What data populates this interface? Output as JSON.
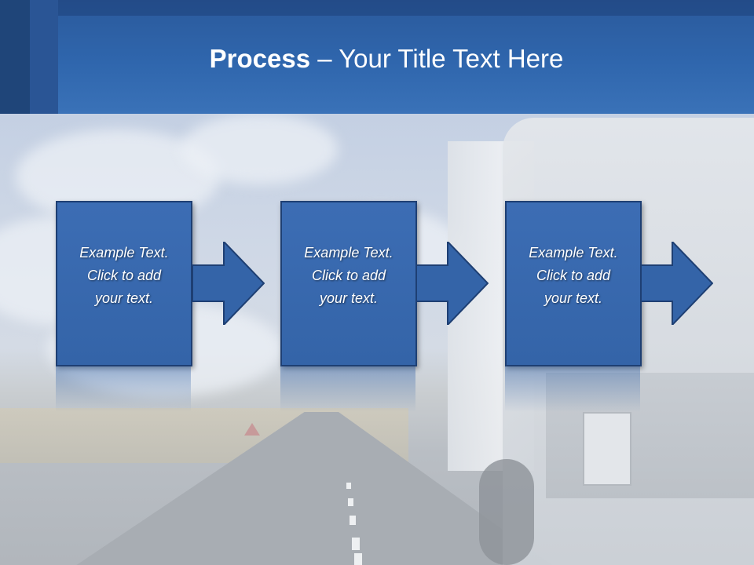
{
  "slide": {
    "title_bold": "Process",
    "title_rest": " – Your Title Text Here",
    "steps": [
      {
        "line1": "Example Text.",
        "line2": "Click  to add",
        "line3": "your text."
      },
      {
        "line1": "Example Text.",
        "line2": "Click  to add",
        "line3": "your text."
      },
      {
        "line1": "Example Text.",
        "line2": "Click  to add",
        "line3": "your text."
      }
    ]
  },
  "colors": {
    "header_blue": "#2f66ad",
    "box_blue": "#3464a8",
    "box_border": "#1e3f73",
    "text_white": "#ffffff"
  }
}
